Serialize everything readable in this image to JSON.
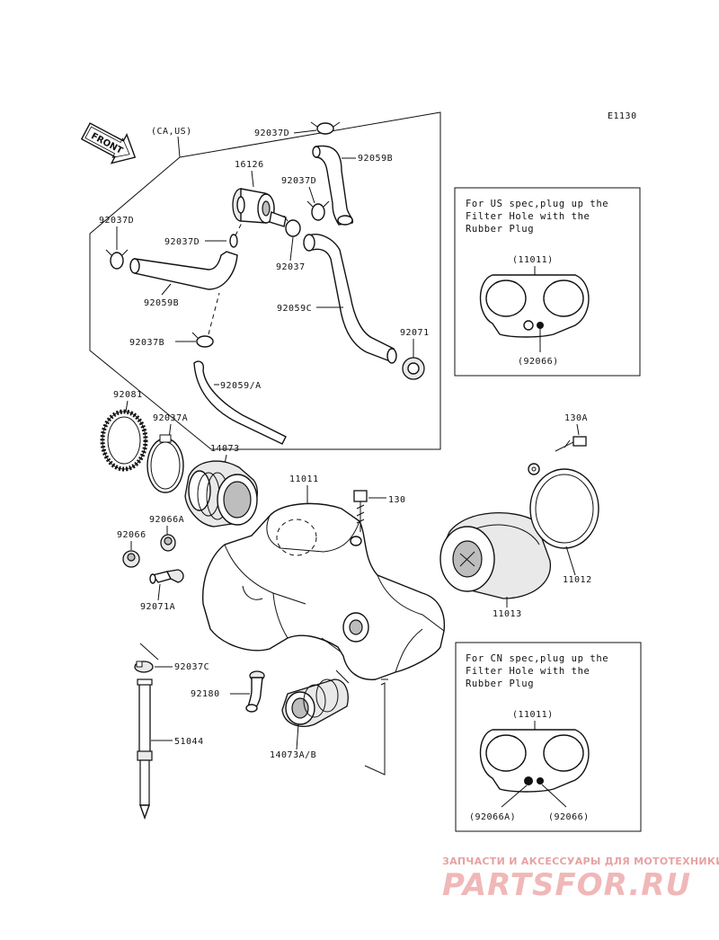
{
  "diagram_code": "E1130",
  "front_label": "FRONT",
  "variant_label": "(CA,US)",
  "labels": {
    "p92037D_top": "92037D",
    "p92059B_top": "92059B",
    "p16126": "16126",
    "p92037D_mid": "92037D",
    "p92037D_left": "92037D",
    "p92037D_small": "92037D",
    "p92037": "92037",
    "p92059B_left": "92059B",
    "p92059C": "92059C",
    "p92071": "92071",
    "p92037B": "92037B",
    "p92059A": "92059/A",
    "p92081": "92081",
    "p92037A": "92037A",
    "p14073": "14073",
    "p11011": "11011",
    "p130": "130",
    "p130A": "130A",
    "p92066A": "92066A",
    "p92066": "92066",
    "p92071A": "92071A",
    "p11012": "11012",
    "p11013": "11013",
    "p92037C": "92037C",
    "p92180": "92180",
    "p51044": "51044",
    "p14073AB": "14073A/B"
  },
  "note_us": {
    "lines": [
      "For US spec,plug up the",
      "Filter Hole with the",
      "Rubber Plug"
    ],
    "part_label": "(11011)",
    "plug_label": "(92066)"
  },
  "note_cn": {
    "lines": [
      "For CN spec,plug up the",
      "Filter Hole with the",
      "Rubber Plug"
    ],
    "part_label": "(11011)",
    "plug_label_a": "(92066A)",
    "plug_label_b": "(92066)"
  },
  "watermark": {
    "tagline": "ЗАПЧАСТИ И АКСЕССУАРЫ ДЛЯ МОТОТЕХНИКИ",
    "logo": "PARTSFOR.RU"
  }
}
